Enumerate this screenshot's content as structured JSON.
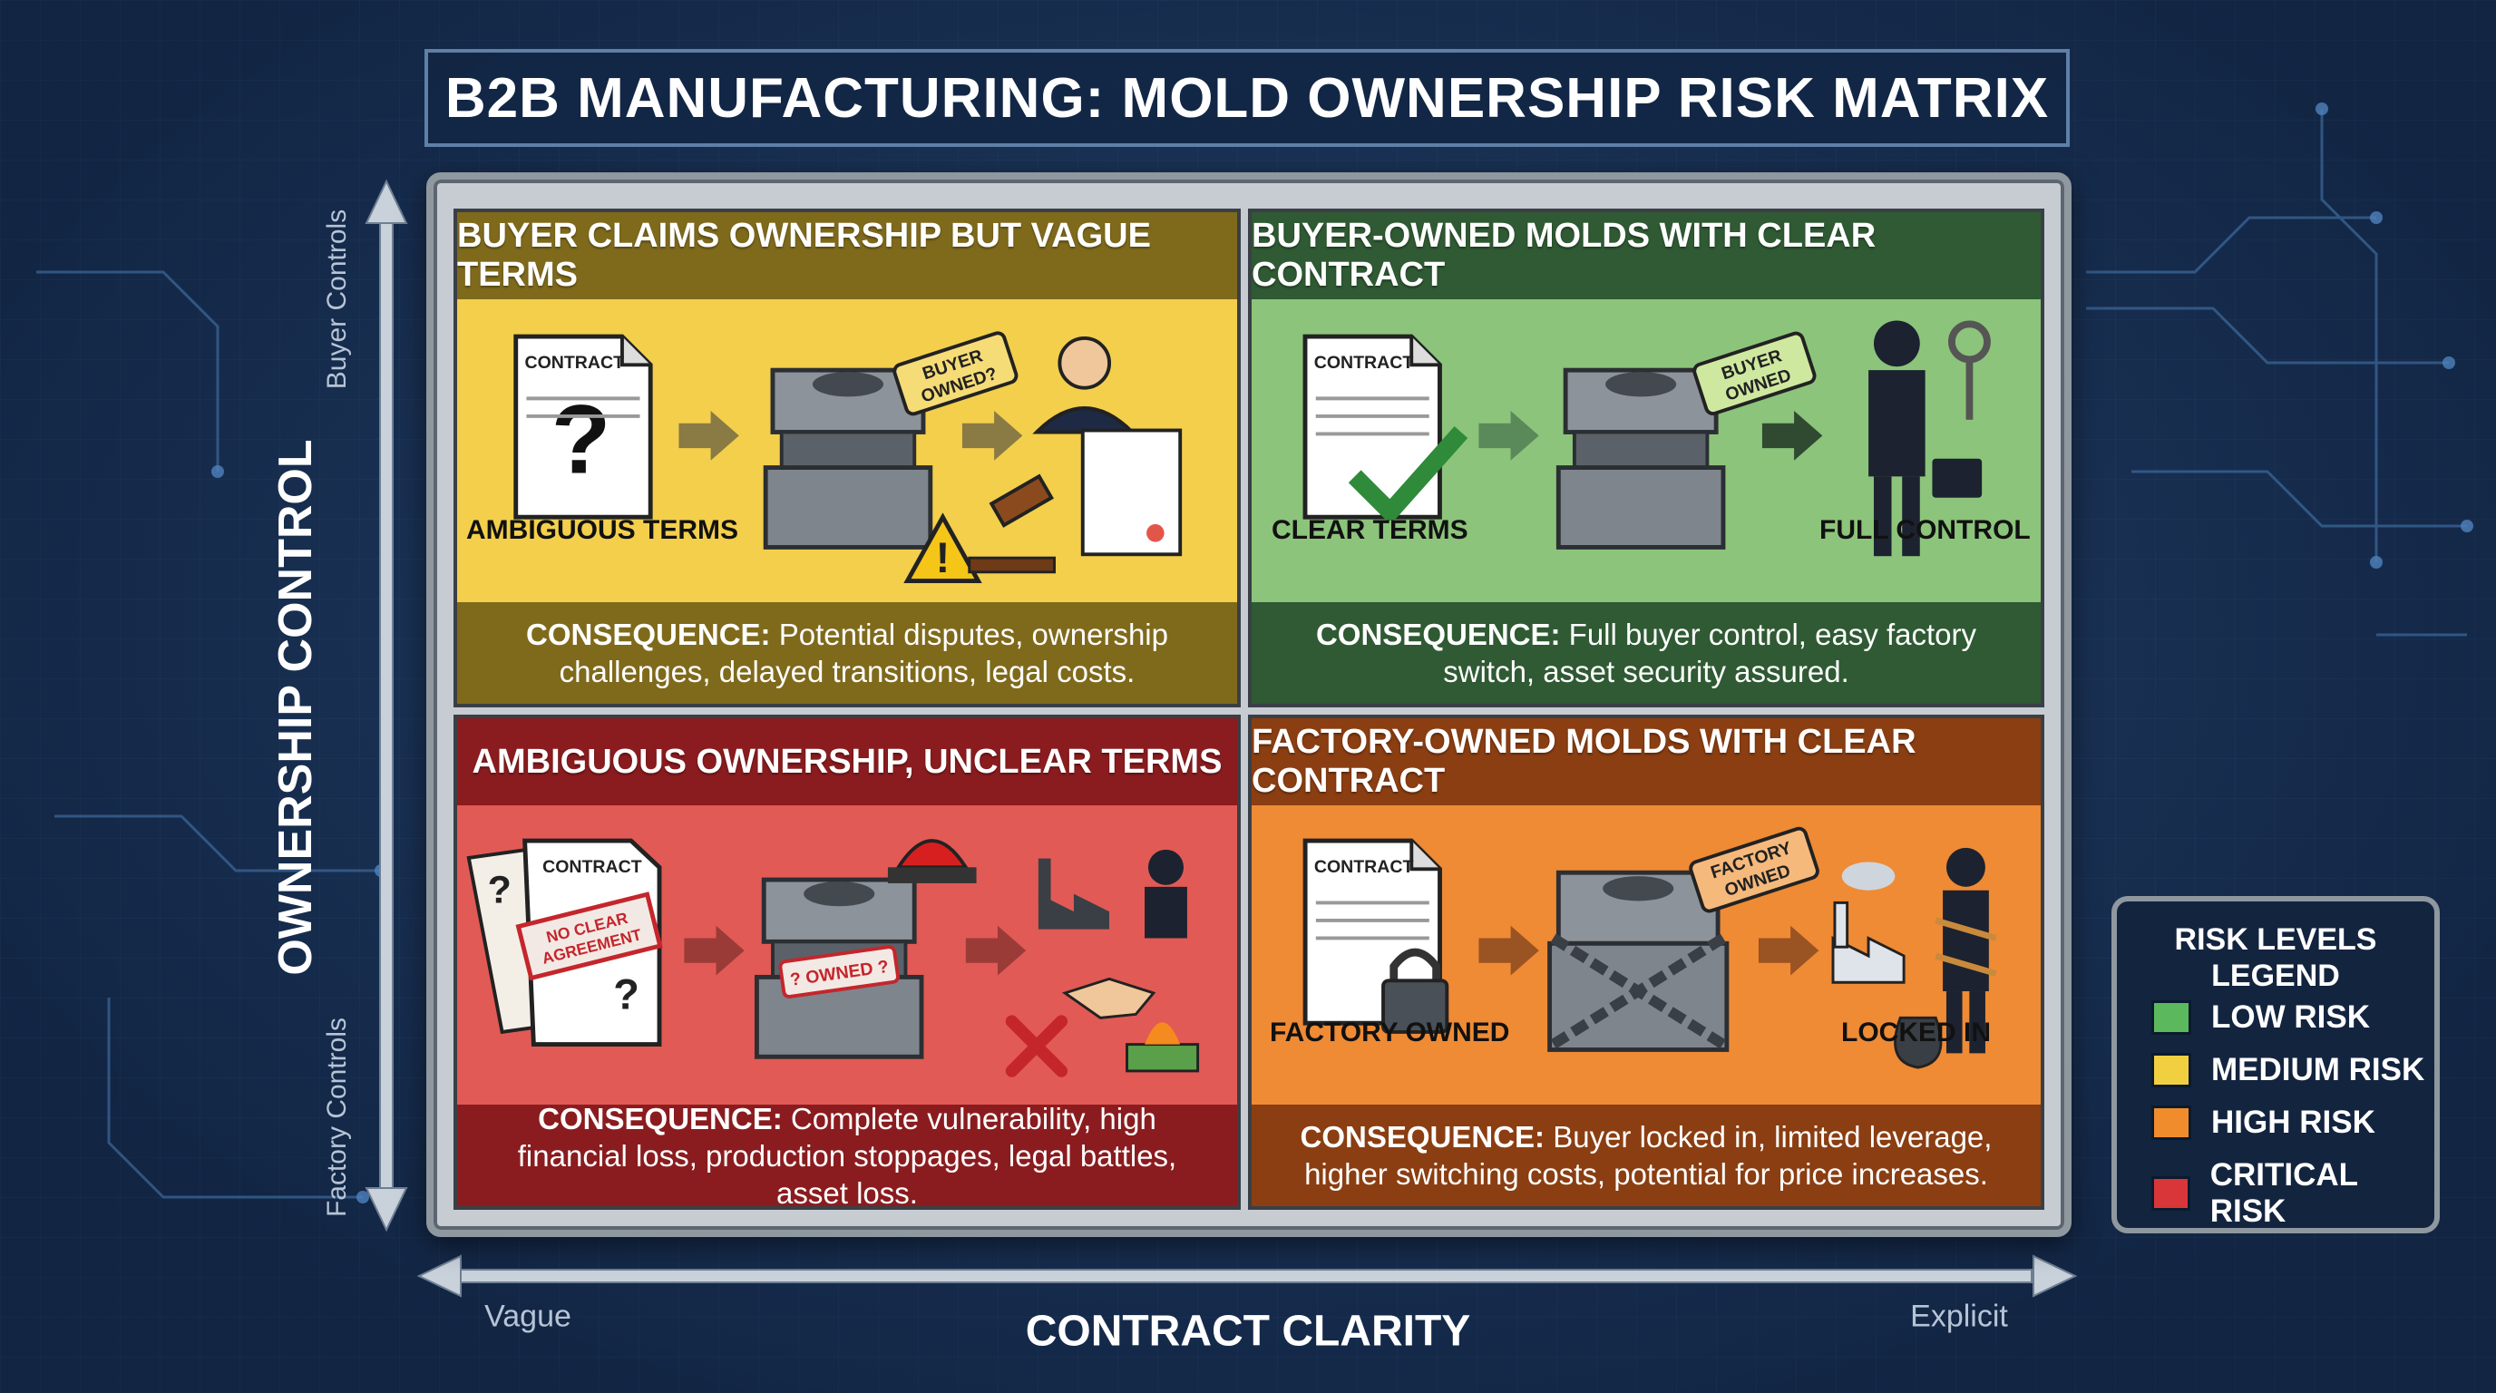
{
  "title": "B2B MANUFACTURING: MOLD OWNERSHIP RISK MATRIX",
  "axes": {
    "y_title": "OWNERSHIP CONTROL",
    "y_high": "Buyer Controls",
    "y_low": "Factory Controls",
    "x_title": "CONTRACT CLARITY",
    "x_low": "Vague",
    "x_high": "Explicit"
  },
  "quadrants": {
    "top_left": {
      "header": "BUYER CLAIMS OWNERSHIP BUT VAGUE TERMS",
      "doc_label": "CONTRACT",
      "tag": "BUYER OWNED?",
      "left_label": "AMBIGUOUS TERMS",
      "consequence_prefix": "CONSEQUENCE:",
      "consequence_text": "Potential disputes, ownership challenges, delayed transitions, legal costs.",
      "risk": "medium",
      "color": "#f3cf4c"
    },
    "top_right": {
      "header": "BUYER-OWNED MOLDS WITH CLEAR CONTRACT",
      "doc_label": "CONTRACT",
      "tag": "BUYER OWNED",
      "left_label": "CLEAR TERMS",
      "right_label": "FULL CONTROL",
      "consequence_prefix": "CONSEQUENCE:",
      "consequence_text": "Full buyer control, easy factory switch, asset security assured.",
      "risk": "low",
      "color": "#8cc47b"
    },
    "bottom_left": {
      "header": "AMBIGUOUS OWNERSHIP, UNCLEAR TERMS",
      "doc_label": "CONTRACT",
      "stamp": "NO CLEAR AGREEMENT",
      "tag": "? OWNED ?",
      "consequence_prefix": "CONSEQUENCE:",
      "consequence_text": "Complete vulnerability, high financial loss, production stoppages, legal battles, asset loss.",
      "risk": "critical",
      "color": "#e25a55"
    },
    "bottom_right": {
      "header": "FACTORY-OWNED MOLDS WITH CLEAR CONTRACT",
      "doc_label": "CONTRACT",
      "tag": "FACTORY OWNED",
      "left_label": "FACTORY OWNED",
      "right_label": "LOCKED IN",
      "consequence_prefix": "CONSEQUENCE:",
      "consequence_text": "Buyer locked in, limited leverage, higher switching costs, potential for price increases.",
      "risk": "high",
      "color": "#ef8a35"
    }
  },
  "legend": {
    "title": "RISK LEVELS LEGEND",
    "items": [
      {
        "label": "LOW RISK",
        "color": "#5cb85c"
      },
      {
        "label": "MEDIUM RISK",
        "color": "#f0d040"
      },
      {
        "label": "HIGH RISK",
        "color": "#f08c2c"
      },
      {
        "label": "CRITICAL RISK",
        "color": "#d9363a"
      }
    ]
  }
}
